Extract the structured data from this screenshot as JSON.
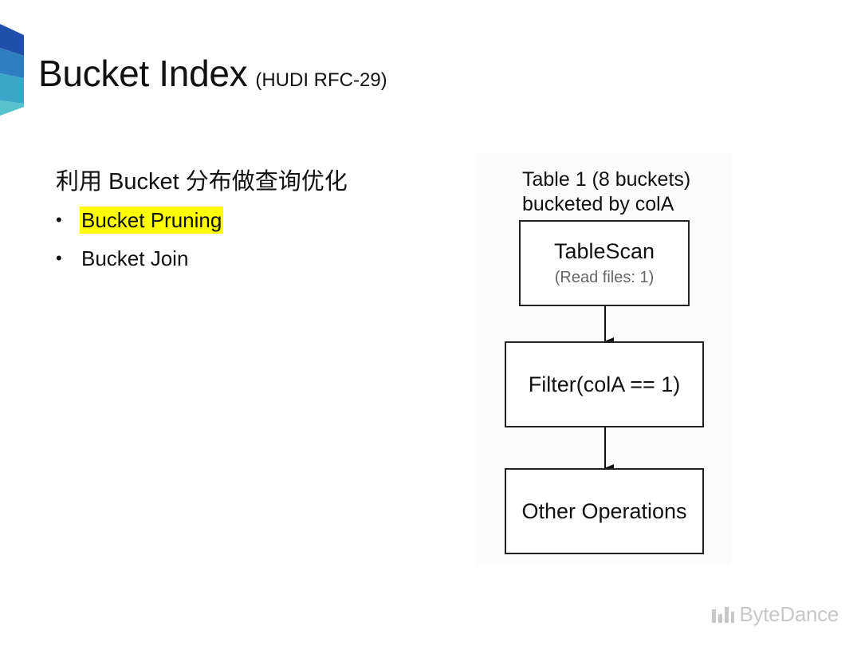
{
  "slide": {
    "title": "Bucket Index",
    "subtitle": "(HUDI RFC-29)",
    "accent_colors": [
      "#1f4fa8",
      "#2e7fc0",
      "#3aa6c8",
      "#56c2cc"
    ]
  },
  "content": {
    "heading": "利用 Bucket 分布做查询优化",
    "bullets": [
      {
        "text": "Bucket Pruning",
        "highlighted": true,
        "highlight_color": "#ffff00"
      },
      {
        "text": "Bucket Join",
        "highlighted": false
      }
    ]
  },
  "diagram": {
    "caption_lines": [
      "Table 1 (8 buckets)",
      "bucketed by colA"
    ],
    "nodes": [
      {
        "id": "tablescan",
        "label": "TableScan",
        "sublabel": "(Read files: 1)"
      },
      {
        "id": "filter",
        "label": "Filter(colA == 1)"
      },
      {
        "id": "other",
        "label": "Other Operations"
      }
    ],
    "edges": [
      {
        "from": "tablescan",
        "to": "filter"
      },
      {
        "from": "filter",
        "to": "other"
      }
    ]
  },
  "footer": {
    "logo_text": "ByteDance",
    "logo_color": "#c8c8c8"
  }
}
